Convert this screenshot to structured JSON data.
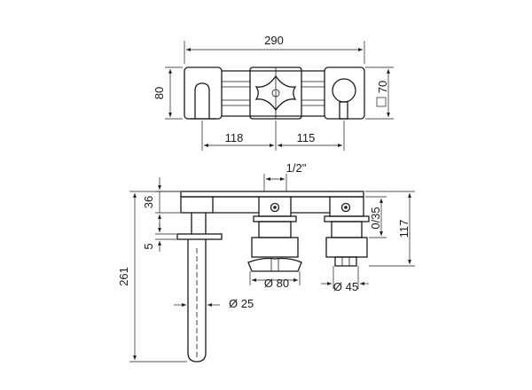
{
  "top_view": {
    "dim_overall_width": "290",
    "dim_height": "80",
    "dim_left_spacing": "118",
    "dim_right_spacing": "115",
    "dim_square": "70"
  },
  "front_view": {
    "dim_thread": "1/2\"",
    "dim_depth_36": "36",
    "dim_rosette_5": "5",
    "dim_adjust": "0/35",
    "dim_total_117": "117",
    "dim_total_261": "261",
    "dim_dia_80": "Ø 80",
    "dim_dia_45": "Ø 45",
    "dim_dia_25": "Ø 25"
  }
}
